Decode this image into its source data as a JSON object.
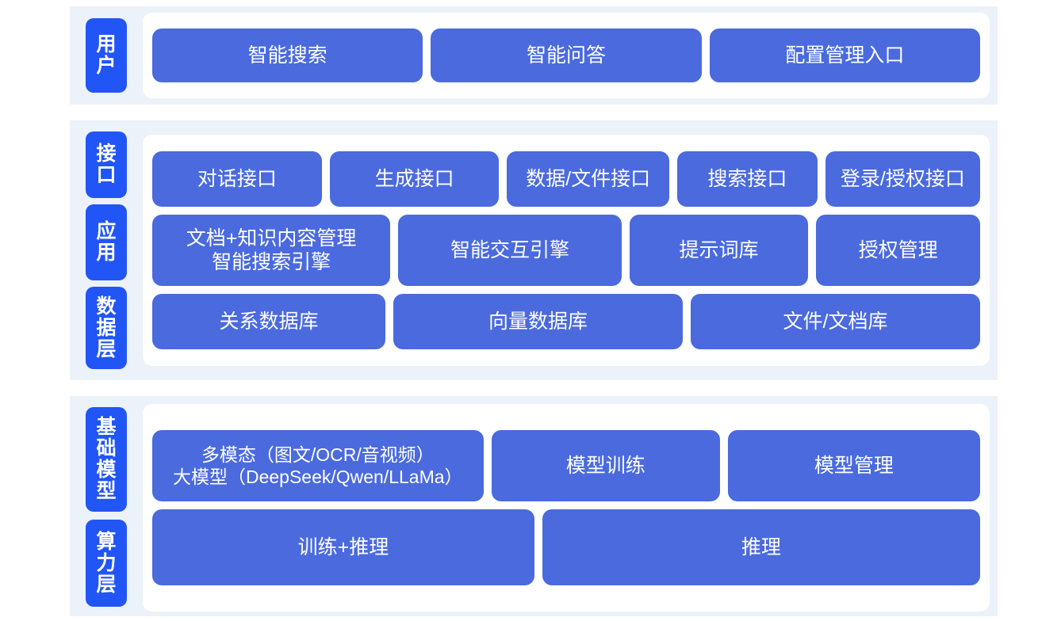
{
  "colors": {
    "page_background": "#ffffff",
    "band_background": "#ecf2f9",
    "panel_background": "#ffffff",
    "tab_blue": "#2155f5",
    "card_blue": "#4a6ade",
    "card_text": "#ffffff"
  },
  "sections": [
    {
      "id": "user",
      "tabs": [
        {
          "label": "用户"
        }
      ],
      "rows": [
        {
          "id": "user-row",
          "cards": [
            {
              "label": "智能搜索",
              "flex": 1
            },
            {
              "label": "智能问答",
              "flex": 1
            },
            {
              "label": "配置管理入口",
              "flex": 1
            }
          ]
        }
      ]
    },
    {
      "id": "mid",
      "tabs": [
        {
          "label": "接口"
        },
        {
          "label": "应用"
        },
        {
          "label": "数据层"
        }
      ],
      "rows": [
        {
          "id": "interface-row",
          "cards": [
            {
              "label": "对话接口",
              "flex": 21
            },
            {
              "label": "生成接口",
              "flex": 21
            },
            {
              "label": "数据/文件接口",
              "flex": 20
            },
            {
              "label": "搜索接口",
              "flex": 17
            },
            {
              "label": "登录/授权接口",
              "flex": 19
            }
          ]
        },
        {
          "id": "application-row",
          "cards": [
            {
              "label": "文档+知识内容管理\n智能搜索引擎",
              "flex": 30
            },
            {
              "label": "智能交互引擎",
              "flex": 28
            },
            {
              "label": "提示词库",
              "flex": 22
            },
            {
              "label": "授权管理",
              "flex": 20
            }
          ]
        },
        {
          "id": "data-row",
          "cards": [
            {
              "label": "关系数据库",
              "flex": 27
            },
            {
              "label": "向量数据库",
              "flex": 34
            },
            {
              "label": "文件/文档库",
              "flex": 34
            }
          ]
        }
      ]
    },
    {
      "id": "base",
      "tabs": [
        {
          "label": "基础模型"
        },
        {
          "label": "算力层"
        }
      ],
      "rows": [
        {
          "id": "foundation-row",
          "cards": [
            {
              "label": "多模态（图文/OCR/音视频）\n大模型（DeepSeek/Qwen/LLaMa）",
              "flex": 40,
              "small": true
            },
            {
              "label": "模型训练",
              "flex": 27
            },
            {
              "label": "模型管理",
              "flex": 30
            }
          ]
        },
        {
          "id": "compute-row",
          "cards": [
            {
              "label": "训练+推理",
              "flex": 46
            },
            {
              "label": "推理",
              "flex": 53
            }
          ]
        }
      ]
    }
  ]
}
